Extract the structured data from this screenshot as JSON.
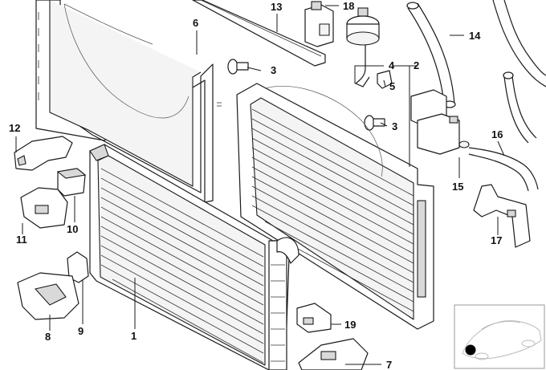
{
  "callouts": [
    {
      "id": "c1",
      "text": "1"
    },
    {
      "id": "c2",
      "text": "2"
    },
    {
      "id": "c3a",
      "text": "3"
    },
    {
      "id": "c3b",
      "text": "3"
    },
    {
      "id": "c4",
      "text": "4"
    },
    {
      "id": "c5",
      "text": "5"
    },
    {
      "id": "c6",
      "text": "6"
    },
    {
      "id": "c7",
      "text": "7"
    },
    {
      "id": "c8",
      "text": "8"
    },
    {
      "id": "c9",
      "text": "9"
    },
    {
      "id": "c10",
      "text": "10"
    },
    {
      "id": "c11",
      "text": "11"
    },
    {
      "id": "c12",
      "text": "12"
    },
    {
      "id": "c13",
      "text": "13"
    },
    {
      "id": "c14",
      "text": "14"
    },
    {
      "id": "c15",
      "text": "15"
    },
    {
      "id": "c16",
      "text": "16"
    },
    {
      "id": "c17",
      "text": "17"
    },
    {
      "id": "c18",
      "text": "18"
    },
    {
      "id": "c19",
      "text": "19"
    }
  ],
  "inset": {
    "marker_color": "#000000"
  }
}
